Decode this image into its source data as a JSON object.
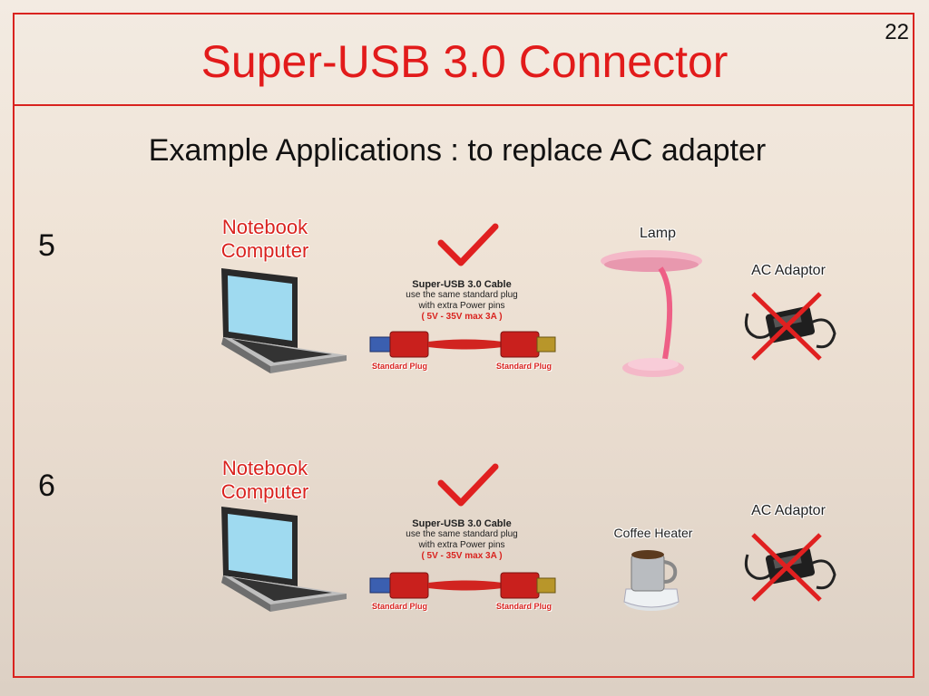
{
  "slide": {
    "title": "Super-USB 3.0 Connector",
    "page_number": "22",
    "subtitle": "Example Applications : to replace AC adapter"
  },
  "rows": [
    {
      "number": "5",
      "notebook_label_line1": "Notebook",
      "notebook_label_line2": "Computer",
      "cable": {
        "title": "Super-USB 3.0 Cable",
        "line2": "use the same standard plug",
        "line3": "with extra Power pins",
        "line4": "( 5V - 35V  max 3A )",
        "left_plug": "Standard Plug",
        "right_plug": "Standard Plug"
      },
      "device_label": "Lamp",
      "device_icon": "lamp-icon",
      "adapter_label": "AC Adaptor"
    },
    {
      "number": "6",
      "notebook_label_line1": "Notebook",
      "notebook_label_line2": "Computer",
      "cable": {
        "title": "Super-USB 3.0 Cable",
        "line2": "use the same standard plug",
        "line3": "with extra Power pins",
        "line4": "( 5V - 35V  max 3A )",
        "left_plug": "Standard Plug",
        "right_plug": "Standard Plug"
      },
      "device_label": "Coffee Heater",
      "device_icon": "coffee-heater-icon",
      "adapter_label": "AC Adaptor"
    }
  ],
  "colors": {
    "accent": "#d9231f",
    "check": "#e02020"
  }
}
